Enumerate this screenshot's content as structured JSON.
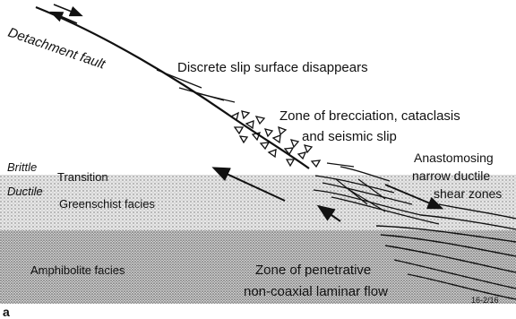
{
  "diagram": {
    "title_label": "Detachment fault",
    "labels": {
      "discrete_slip": "Discrete slip surface disappears",
      "brecciation_line1": "Zone of brecciation, cataclasis",
      "brecciation_line2": "and seismic slip",
      "brittle": "Brittle",
      "ductile": "Ductile",
      "transition": "Transition",
      "greenschist": "Greenschist facies",
      "anastomosing_line1": "Anastomosing",
      "anastomosing_line2": "narrow ductile",
      "anastomosing_line3": "shear zones",
      "amphibolite": "Amphibolite facies",
      "penetrative_line1": "Zone of penetrative",
      "penetrative_line2": "non-coaxial laminar flow",
      "figure_code": "16-2/16",
      "panel_letter": "a"
    },
    "colors": {
      "ink": "#111111",
      "stipple_light": "#c9c9c9",
      "stipple_dark": "#9a9a9a",
      "background": "#ffffff"
    }
  }
}
